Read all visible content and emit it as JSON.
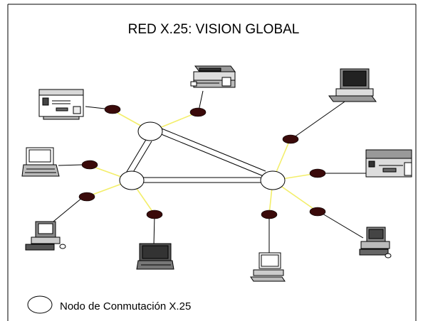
{
  "diagram": {
    "title": "RED X.25: VISION GLOBAL",
    "legend": {
      "label": "Nodo de Conmutación X.25"
    },
    "colors": {
      "access_line": "#f3ee6a",
      "terminal_line": "#000000",
      "adapter": "#3a0a0a",
      "trunk": "#000000",
      "background": "#ffffff"
    },
    "nodes": [
      "node-top",
      "node-left",
      "node-right"
    ],
    "trunks": [
      [
        "node-top",
        "node-left"
      ],
      [
        "node-top",
        "node-right"
      ],
      [
        "node-left",
        "node-right"
      ]
    ],
    "devices": [
      {
        "id": "printer-top-left",
        "icon": "printer-icon",
        "node": "node-top"
      },
      {
        "id": "printer-top-center",
        "icon": "printer-icon",
        "node": "node-top"
      },
      {
        "id": "laptop-left",
        "icon": "laptop-icon",
        "node": "node-left"
      },
      {
        "id": "workstation-bottom-left",
        "icon": "workstation-icon",
        "node": "node-left"
      },
      {
        "id": "laptop-bottom-center",
        "icon": "laptop-icon",
        "node": "node-left"
      },
      {
        "id": "workstation-top-right",
        "icon": "workstation-icon",
        "node": "node-right"
      },
      {
        "id": "printer-right",
        "icon": "printer-icon",
        "node": "node-right"
      },
      {
        "id": "desktop-bottom-center-right",
        "icon": "desktop-icon",
        "node": "node-right"
      },
      {
        "id": "workstation-bottom-right",
        "icon": "workstation-icon",
        "node": "node-right"
      }
    ]
  }
}
